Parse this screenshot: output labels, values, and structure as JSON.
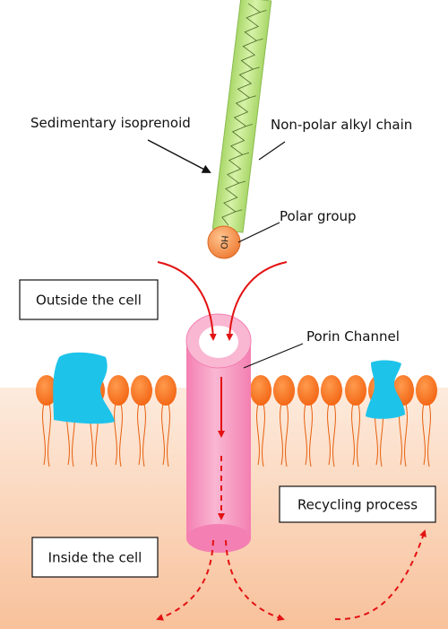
{
  "labels": {
    "sedimentary": "Sedimentary isoprenoid",
    "alkyl": "Non-polar alkyl chain",
    "polar": "Polar group",
    "porin": "Porin Channel",
    "outside": "Outside the cell",
    "inside": "Inside the cell",
    "recycling": "Recycling process",
    "ho": "HO"
  },
  "colors": {
    "rod": "#c4e88a",
    "headgroup": "#f58f4a",
    "porin": "#f59cc1",
    "protein": "#1ec3ea",
    "cytoplasm": "#fbd2b5",
    "arrow": "#e31212"
  }
}
